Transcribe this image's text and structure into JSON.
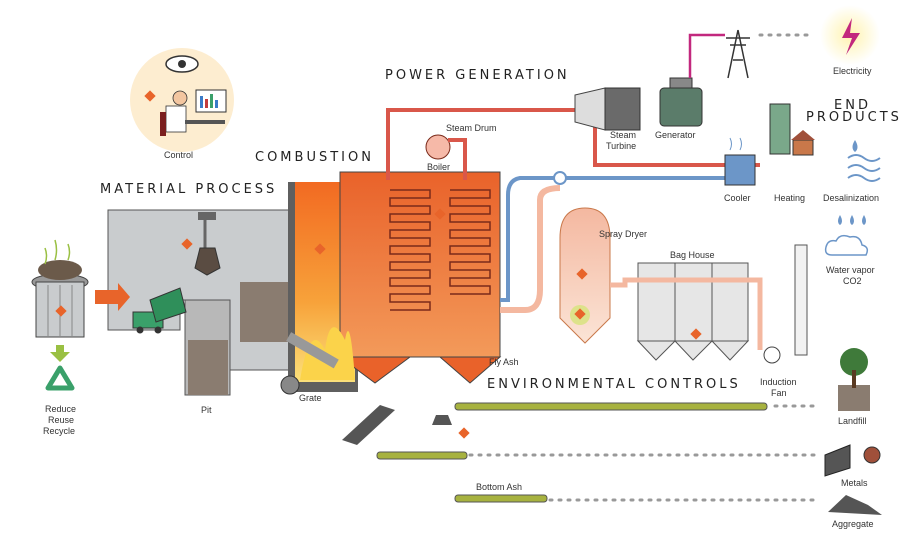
{
  "sections": {
    "material_process": "MATERIAL PROCESS",
    "combustion": "COMBUSTION",
    "power_generation": "POWER GENERATION",
    "environmental_controls": "ENVIRONMENTAL CONTROLS",
    "end_products_line1": "END",
    "end_products_line2": "PRODUCTS"
  },
  "labels": {
    "control": "Control",
    "pit": "Pit",
    "grate": "Grate",
    "boiler": "Boiler",
    "steam_drum": "Steam Drum",
    "steam_turbine_line1": "Steam",
    "steam_turbine_line2": "Turbine",
    "generator": "Generator",
    "cooler": "Cooler",
    "heating": "Heating",
    "desalinization": "Desalinization",
    "electricity": "Electricity",
    "water_vapor": "Water vapor",
    "co2": "CO2",
    "spray_dryer": "Spray Dryer",
    "bag_house": "Bag House",
    "fly_ash": "Fly Ash",
    "induction_fan_line1": "Induction",
    "induction_fan_line2": "Fan",
    "landfill": "Landfill",
    "metals": "Metals",
    "bottom_ash": "Bottom Ash",
    "aggregate": "Aggregate",
    "reduce": "Reduce",
    "reuse": "Reuse",
    "recycle": "Recycle"
  },
  "colors": {
    "furnace_orange": "#f07a2a",
    "marker_orange": "#e8642a",
    "pipe_red": "#d9574a",
    "pipe_blue": "#6c96c8",
    "conveyor_green": "#a7b23f",
    "building_gray": "#c9ccce",
    "recycle_green": "#3aa06a",
    "power_magenta": "#c2287e"
  }
}
